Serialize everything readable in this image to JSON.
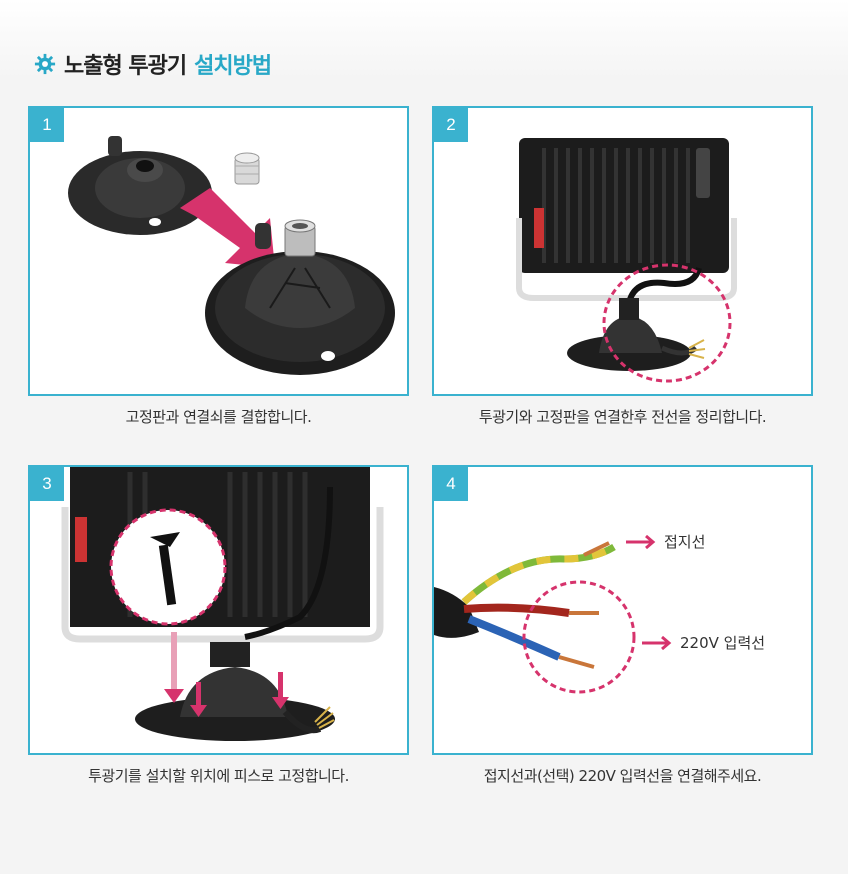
{
  "header": {
    "title_main": "노출형 투광기",
    "title_accent": "설치방법",
    "accent_color": "#28a8c7",
    "icon": "gear-icon"
  },
  "steps": [
    {
      "number": "1",
      "caption": "고정판과 연결쇠를 결합합니다."
    },
    {
      "number": "2",
      "caption": "투광기와 고정판을 연결한후 전선을 정리합니다."
    },
    {
      "number": "3",
      "caption": "투광기를 설치할 위치에 피스로 고정합니다."
    },
    {
      "number": "4",
      "caption": "접지선과(선택) 220V  입력선을 연결해주세요."
    }
  ],
  "wire_labels": {
    "ground": "접지선",
    "input": "220V 입력선"
  },
  "colors": {
    "frame": "#3ab2cf",
    "highlight": "#d6336c"
  }
}
